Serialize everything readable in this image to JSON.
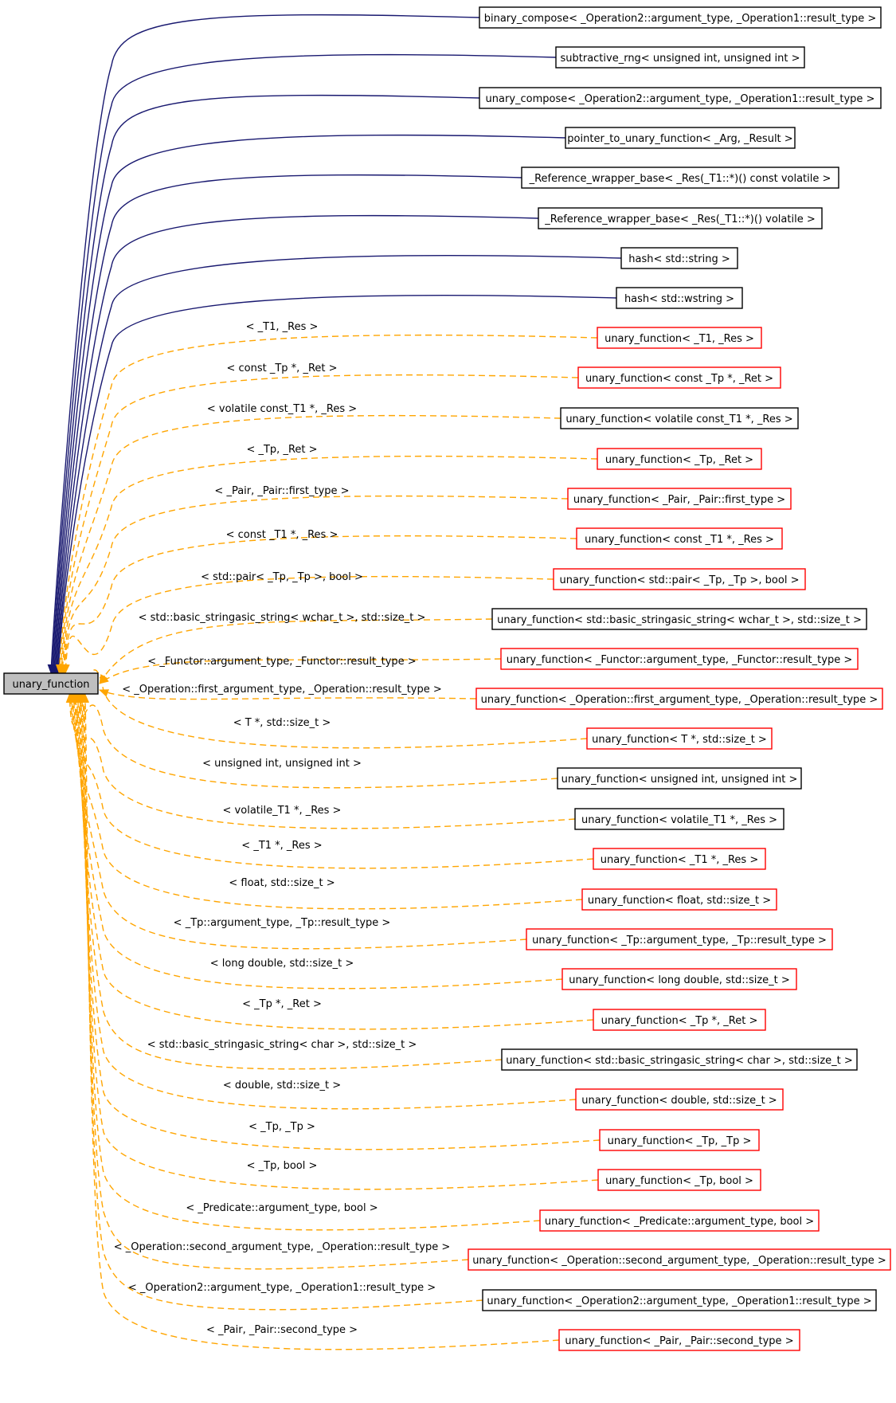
{
  "root": {
    "label": "unary_function"
  },
  "colors": {
    "solid_edge": "#191970",
    "dashed_edge": "#ffa500",
    "black_border": "#000000",
    "red_border": "#ff0000",
    "root_fill": "#bfbfbf"
  },
  "nodes": [
    {
      "label": "binary_compose< _Operation2::argument_type, _Operation1::result_type >",
      "edge": "solid",
      "border": "black"
    },
    {
      "label": "subtractive_rng< unsigned int, unsigned int >",
      "edge": "solid",
      "border": "black"
    },
    {
      "label": "unary_compose< _Operation2::argument_type, _Operation1::result_type >",
      "edge": "solid",
      "border": "black"
    },
    {
      "label": "pointer_to_unary_function< _Arg, _Result >",
      "edge": "solid",
      "border": "black"
    },
    {
      "label": "_Reference_wrapper_base< _Res(_T1::*)() const volatile >",
      "edge": "solid",
      "border": "black"
    },
    {
      "label": "_Reference_wrapper_base< _Res(_T1::*)() volatile >",
      "edge": "solid",
      "border": "black"
    },
    {
      "label": "hash< std::string >",
      "edge": "solid",
      "border": "black"
    },
    {
      "label": "hash< std::wstring >",
      "edge": "solid",
      "border": "black"
    },
    {
      "label": "unary_function< _T1, _Res >",
      "edge": "dashed",
      "border": "red",
      "edge_label": "< _T1, _Res >"
    },
    {
      "label": "unary_function< const _Tp *, _Ret >",
      "edge": "dashed",
      "border": "red",
      "edge_label": "< const _Tp *, _Ret >"
    },
    {
      "label": "unary_function< volatile const_T1 *, _Res >",
      "edge": "dashed",
      "border": "black",
      "edge_label": "< volatile const_T1 *, _Res >"
    },
    {
      "label": "unary_function< _Tp, _Ret >",
      "edge": "dashed",
      "border": "red",
      "edge_label": "< _Tp, _Ret >"
    },
    {
      "label": "unary_function< _Pair, _Pair::first_type >",
      "edge": "dashed",
      "border": "red",
      "edge_label": "< _Pair, _Pair::first_type >"
    },
    {
      "label": "unary_function< const _T1 *, _Res >",
      "edge": "dashed",
      "border": "red",
      "edge_label": "< const _T1 *, _Res >"
    },
    {
      "label": "unary_function< std::pair< _Tp, _Tp >, bool >",
      "edge": "dashed",
      "border": "red",
      "edge_label": "< std::pair< _Tp, _Tp >, bool >"
    },
    {
      "label": "unary_function< std::basic_stringasic_string< wchar_t >, std::size_t >",
      "edge": "dashed",
      "border": "black",
      "edge_label": "< std::basic_stringasic_string< wchar_t >, std::size_t >"
    },
    {
      "label": "unary_function< _Functor::argument_type, _Functor::result_type >",
      "edge": "dashed",
      "border": "red",
      "edge_label": "< _Functor::argument_type, _Functor::result_type >"
    },
    {
      "label": "unary_function< _Operation::first_argument_type, _Operation::result_type >",
      "edge": "dashed",
      "border": "red",
      "edge_label": "< _Operation::first_argument_type, _Operation::result_type >"
    },
    {
      "label": "unary_function< T *, std::size_t >",
      "edge": "dashed",
      "border": "red",
      "edge_label": "< T *, std::size_t >"
    },
    {
      "label": "unary_function< unsigned int, unsigned int >",
      "edge": "dashed",
      "border": "black",
      "edge_label": "< unsigned int, unsigned int >"
    },
    {
      "label": "unary_function< volatile_T1 *, _Res >",
      "edge": "dashed",
      "border": "black",
      "edge_label": "< volatile_T1 *, _Res >"
    },
    {
      "label": "unary_function< _T1 *, _Res >",
      "edge": "dashed",
      "border": "red",
      "edge_label": "< _T1 *, _Res >"
    },
    {
      "label": "unary_function< float, std::size_t >",
      "edge": "dashed",
      "border": "red",
      "edge_label": "< float, std::size_t >"
    },
    {
      "label": "unary_function< _Tp::argument_type, _Tp::result_type >",
      "edge": "dashed",
      "border": "red",
      "edge_label": "< _Tp::argument_type, _Tp::result_type >"
    },
    {
      "label": "unary_function< long double, std::size_t >",
      "edge": "dashed",
      "border": "red",
      "edge_label": "< long double, std::size_t >"
    },
    {
      "label": "unary_function< _Tp *, _Ret >",
      "edge": "dashed",
      "border": "red",
      "edge_label": "< _Tp *, _Ret >"
    },
    {
      "label": "unary_function< std::basic_stringasic_string< char >, std::size_t >",
      "edge": "dashed",
      "border": "black",
      "edge_label": "< std::basic_stringasic_string< char >, std::size_t >"
    },
    {
      "label": "unary_function< double, std::size_t >",
      "edge": "dashed",
      "border": "red",
      "edge_label": "< double, std::size_t >"
    },
    {
      "label": "unary_function< _Tp, _Tp >",
      "edge": "dashed",
      "border": "red",
      "edge_label": "< _Tp, _Tp >"
    },
    {
      "label": "unary_function< _Tp, bool >",
      "edge": "dashed",
      "border": "red",
      "edge_label": "< _Tp, bool >"
    },
    {
      "label": "unary_function< _Predicate::argument_type, bool >",
      "edge": "dashed",
      "border": "red",
      "edge_label": "< _Predicate::argument_type, bool >"
    },
    {
      "label": "unary_function< _Operation::second_argument_type, _Operation::result_type >",
      "edge": "dashed",
      "border": "red",
      "edge_label": "< _Operation::second_argument_type, _Operation::result_type >"
    },
    {
      "label": "unary_function< _Operation2::argument_type, _Operation1::result_type >",
      "edge": "dashed",
      "border": "black",
      "edge_label": "< _Operation2::argument_type, _Operation1::result_type >"
    },
    {
      "label": "unary_function< _Pair, _Pair::second_type >",
      "edge": "dashed",
      "border": "red",
      "edge_label": "< _Pair, _Pair::second_type >"
    }
  ]
}
